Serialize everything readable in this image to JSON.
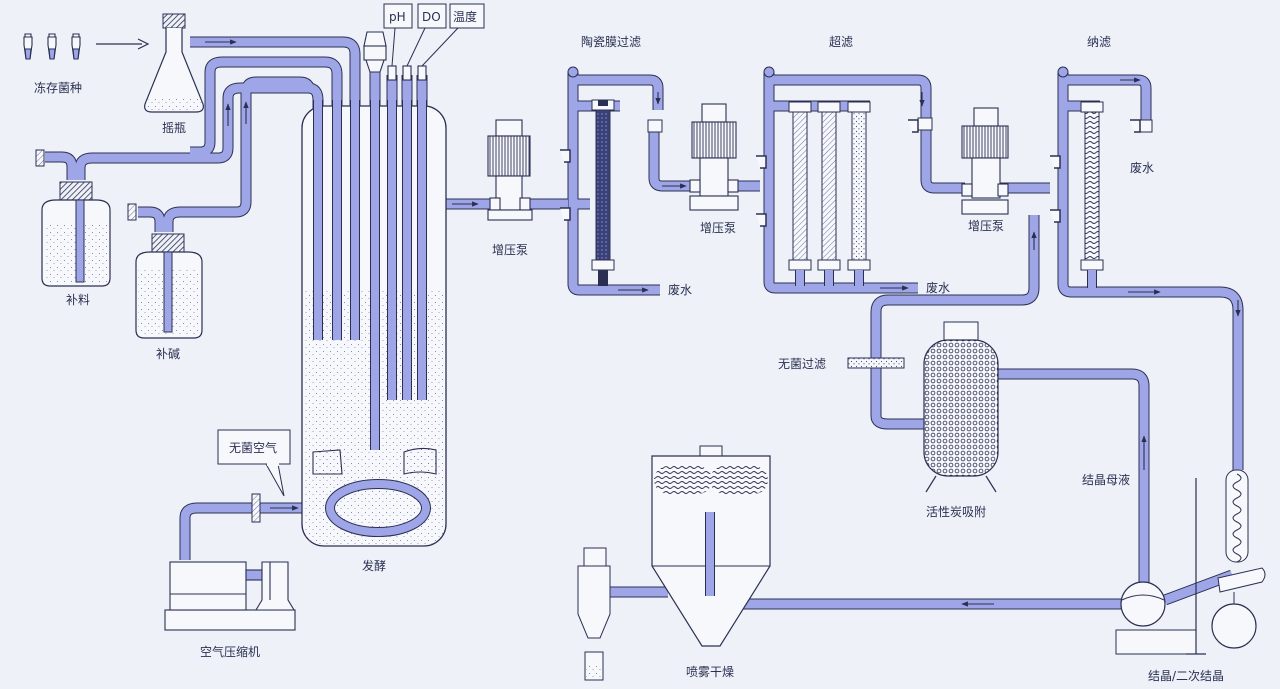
{
  "colors": {
    "background": "#eef2f8",
    "pipe": "#9fa6e8",
    "outline": "#2b3052",
    "vessel_fill": "#f7f8fc"
  },
  "labels": {
    "frozen_strain": "冻存菌种",
    "shake_flask": "摇瓶",
    "feed": "补料",
    "alkali": "补碱",
    "sterile_air": "无菌空气",
    "air_compressor": "空气压缩机",
    "fermentation": "发酵",
    "ph": "pH",
    "do": "DO",
    "temperature": "温度",
    "booster_pump_1": "增压泵",
    "ceramic_filtration": "陶瓷膜过滤",
    "waste_water_1": "废水",
    "booster_pump_2": "增压泵",
    "ultrafiltration": "超滤",
    "waste_water_2": "废水",
    "booster_pump_3": "增压泵",
    "nanofiltration": "纳滤",
    "waste_water_3": "废水",
    "sterile_filter": "无菌过滤",
    "activated_carbon": "活性炭吸附",
    "mother_liquor": "结晶母液",
    "spray_drying": "喷雾干燥",
    "crystallization": "结晶/二次结晶"
  }
}
